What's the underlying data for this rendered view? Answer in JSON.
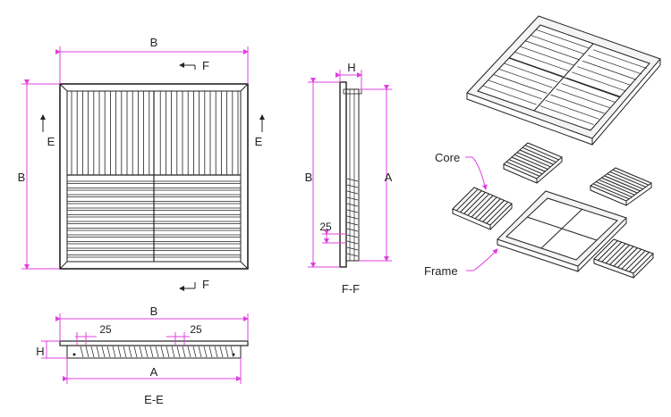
{
  "front_view": {
    "width_label": "B",
    "height_label": "B",
    "section_ee_left": "E",
    "section_ee_right": "E",
    "section_ff_top": "F",
    "section_ff_bottom": "F"
  },
  "side_view": {
    "depth_label": "H",
    "height_label": "B",
    "inner_height_label": "A",
    "dim_25": "25",
    "caption": "F-F"
  },
  "bottom_view": {
    "width_label": "B",
    "inner_width_label": "A",
    "depth_label": "H",
    "dim_25_left": "25",
    "dim_25_right": "25",
    "caption": "E-E"
  },
  "exploded_view": {
    "core_label": "Core",
    "frame_label": "Frame"
  },
  "colors": {
    "dimension_line": "#e040e0",
    "outline": "#222222"
  }
}
